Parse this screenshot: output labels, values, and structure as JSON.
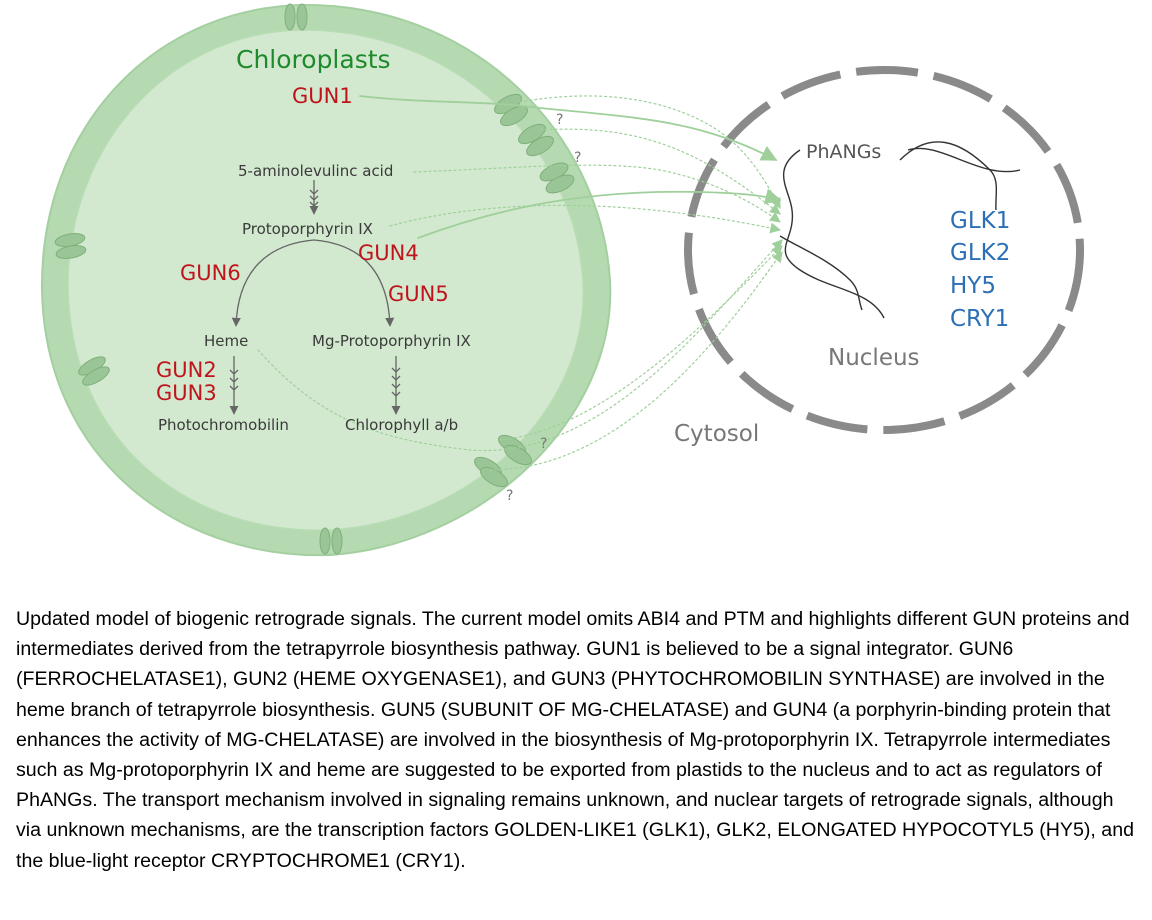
{
  "chloroplast": {
    "title": "Chloroplasts",
    "genes": {
      "gun1": "GUN1",
      "gun4": "GUN4",
      "gun6": "GUN6",
      "gun5": "GUN5",
      "gun2": "GUN2",
      "gun3": "GUN3"
    },
    "molecules": {
      "ala": "5-aminolevulinc acid",
      "proto": "Protoporphyrin IX",
      "heme": "Heme",
      "mgproto": "Mg-Protoporphyrin IX",
      "phytochromobilin": "Photochromobilin",
      "chlorophyll": "Chlorophyll a/b"
    }
  },
  "unknown_marks": {
    "q1": "?",
    "q2": "?",
    "q3": "?",
    "q4": "?"
  },
  "nucleus": {
    "label": "Nucleus",
    "phangs": "PhANGs",
    "factors": [
      "GLK1",
      "GLK2",
      "HY5",
      "CRY1"
    ]
  },
  "cytosol": {
    "label": "Cytosol"
  },
  "colors": {
    "chloroplast_fill": "#cfe6cd",
    "chloroplast_envelope": "#a9d3a6",
    "gene_red": "#c0141c",
    "title_green": "#1f8a2c",
    "factor_blue": "#2c6fb6",
    "nucleus_gray": "#8a8a8a"
  },
  "caption": "Updated model of biogenic retrograde signals. The current model omits ABI4 and PTM and highlights different GUN proteins and intermediates derived from the tetrapyrrole biosynthesis pathway. GUN1 is believed to be a signal integrator. GUN6 (FERROCHELATASE1), GUN2 (HEME OXYGENASE1), and GUN3 (PHYTOCHROMOBILIN SYNTHASE) are involved in the heme branch of tetrapyrrole biosynthesis. GUN5 (SUBUNIT OF MG-CHELATASE) and GUN4 (a porphyrin-binding protein that enhances the activity of MG-CHELATASE) are involved in the biosynthesis of Mg-protoporphyrin IX. Tetrapyrrole intermediates such as Mg-protoporphyrin IX and heme are suggested to be exported from plastids to the nucleus and to act as regulators of PhANGs. The transport mechanism involved in signaling remains unknown, and nuclear targets of retrograde signals, although via unknown mechanisms, are the transcription factors GOLDEN-LIKE1 (GLK1), GLK2, ELONGATED HYPOCOTYL5 (HY5), and the blue-light receptor CRYPTOCHROME1 (CRY1)."
}
